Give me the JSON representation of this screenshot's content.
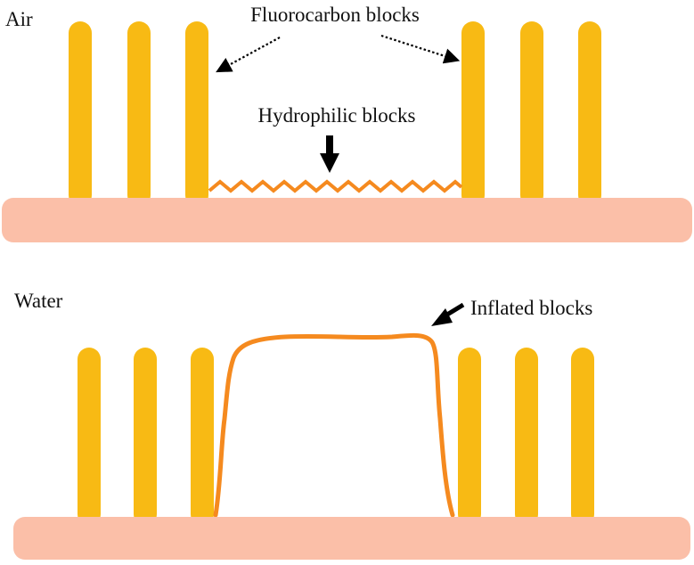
{
  "panels": {
    "air": {
      "label": "Air"
    },
    "water": {
      "label": "Water"
    }
  },
  "annotations": {
    "fluorocarbon": "Fluorocarbon blocks",
    "hydrophilic": "Hydrophilic blocks",
    "inflated": "Inflated blocks"
  },
  "colors": {
    "substrate": "#FBBFA8",
    "fluorocarbon_block": "#F8BA14",
    "hydrophilic_block": "#F58A1F",
    "arrow": "#000000"
  }
}
